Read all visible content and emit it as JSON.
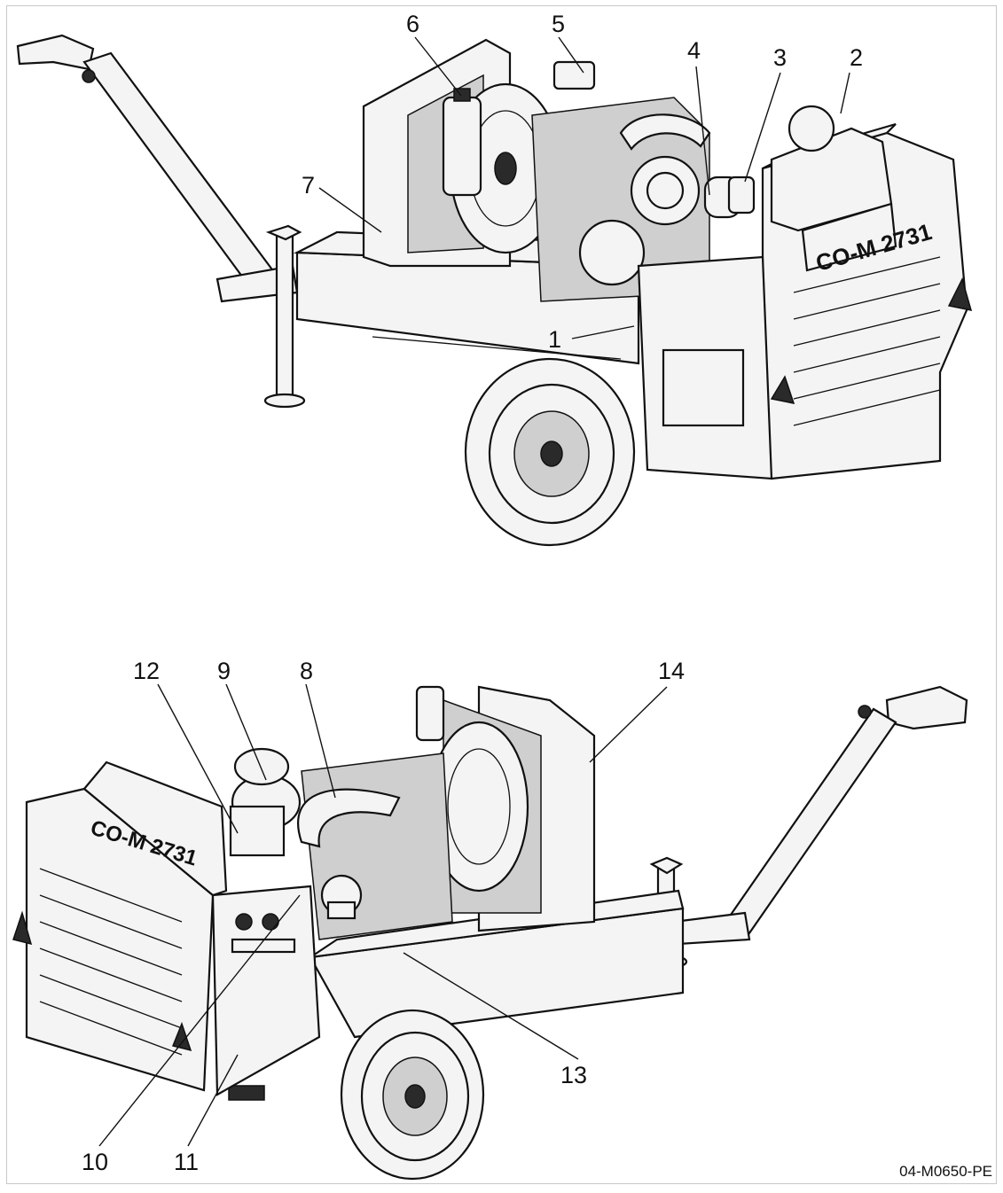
{
  "callouts": {
    "c1": "1",
    "c2": "2",
    "c3": "3",
    "c4": "4",
    "c5": "5",
    "c6": "6",
    "c7": "7",
    "c8": "8",
    "c9": "9",
    "c10": "10",
    "c11": "11",
    "c12": "12",
    "c13": "13",
    "c14": "14"
  },
  "panel_text": {
    "model_top": "CO-M 2731",
    "model_bottom": "CO-M 2731"
  },
  "figure_code": "04-M0650-PE"
}
